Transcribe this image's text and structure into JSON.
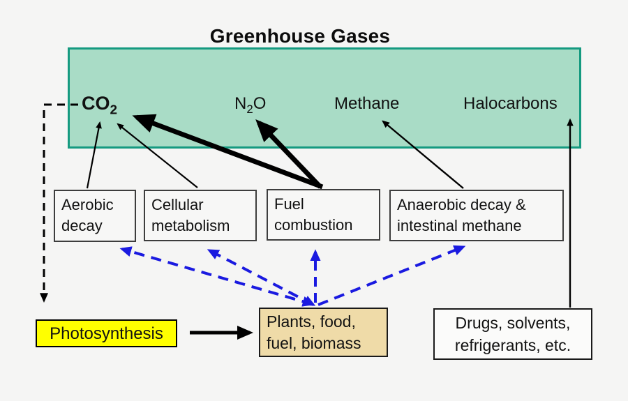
{
  "title": "Greenhouse Gases",
  "colors": {
    "background": "#f5f5f4",
    "gas_panel_fill": "#a9dcc6",
    "gas_panel_border": "#159a80",
    "source_box_fill": "#f7f7f6",
    "photosynthesis_fill": "#ffff00",
    "plants_fill": "#efdba8",
    "arrow_black": "#000000",
    "arrow_blue": "#1a1ae0"
  },
  "gas_panel": {
    "co2": {
      "base": "CO",
      "sub": "2"
    },
    "n2o": {
      "p1": "N",
      "sub": "2",
      "p2": "O"
    },
    "methane": "Methane",
    "halocarbons": "Halocarbons"
  },
  "source_boxes": [
    {
      "id": "aerobic-decay",
      "lines": [
        "Aerobic",
        "decay"
      ]
    },
    {
      "id": "cellular-metabolism",
      "lines": [
        "Cellular",
        "metabolism"
      ]
    },
    {
      "id": "fuel-combustion",
      "lines": [
        "Fuel",
        "combustion"
      ]
    },
    {
      "id": "anaerobic-decay",
      "lines": [
        "Anaerobic decay &",
        "intestinal methane"
      ]
    }
  ],
  "bottom_boxes": {
    "photosynthesis": "Photosynthesis",
    "plants": {
      "lines": [
        "Plants, food,",
        "fuel, biomass"
      ]
    },
    "drugs": {
      "lines": [
        "Drugs, solvents,",
        "refrigerants, etc."
      ]
    }
  },
  "edges": [
    {
      "from": "aerobic-decay",
      "to": "co2",
      "style": "black-solid-thin"
    },
    {
      "from": "cellular-metabolism",
      "to": "co2",
      "style": "black-solid-thin"
    },
    {
      "from": "fuel-combustion",
      "to": "co2",
      "style": "black-solid-thick"
    },
    {
      "from": "fuel-combustion",
      "to": "n2o",
      "style": "black-solid-thick"
    },
    {
      "from": "anaerobic-decay",
      "to": "methane",
      "style": "black-solid-thin"
    },
    {
      "from": "drugs",
      "to": "halocarbons",
      "style": "black-solid-thin"
    },
    {
      "from": "co2",
      "to": "photosynthesis",
      "style": "black-dashed"
    },
    {
      "from": "photosynthesis",
      "to": "plants",
      "style": "black-solid-thick"
    },
    {
      "from": "plants",
      "to": "aerobic-decay",
      "style": "blue-dashed-double"
    },
    {
      "from": "plants",
      "to": "cellular-metabolism",
      "style": "blue-dashed-double"
    },
    {
      "from": "plants",
      "to": "fuel-combustion",
      "style": "blue-dashed"
    },
    {
      "from": "plants",
      "to": "anaerobic-decay",
      "style": "blue-dashed"
    }
  ]
}
